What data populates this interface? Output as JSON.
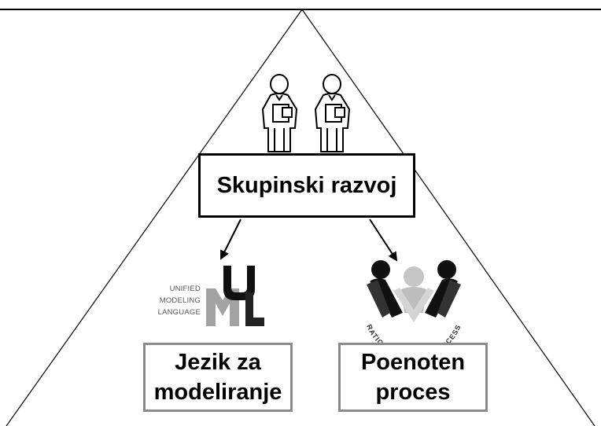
{
  "top_box": {
    "label": "Skupinski razvoj"
  },
  "bottom_left_box": {
    "line1": "Jezik za",
    "line2": "modeliranje"
  },
  "bottom_right_box": {
    "line1": "Poenoten",
    "line2": "proces"
  },
  "uml_logo": {
    "line1": "UNIFIED",
    "line2": "MODELING",
    "line3": "LANGUAGE"
  },
  "rup_logo": {
    "arc_text": "RATIONAL UNIFIED PROCESS"
  },
  "colors": {
    "line": "#000000",
    "box_border_dark": "#000000",
    "box_border_gray": "#8a8a8a",
    "logo_gray": "#9a9a9a"
  },
  "icons": [
    "person-icon",
    "uml-logo",
    "rup-logo",
    "arrow-down-left-icon",
    "arrow-down-right-icon"
  ]
}
